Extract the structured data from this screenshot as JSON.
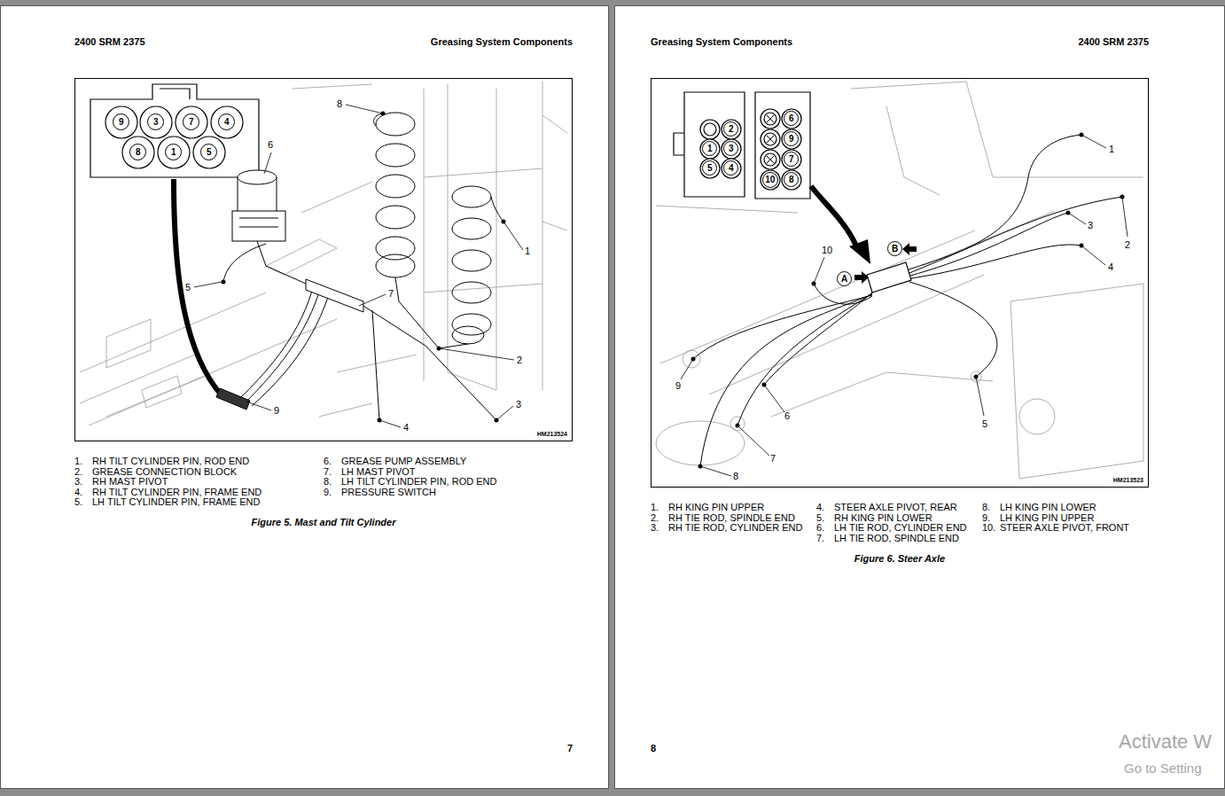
{
  "diagram": {
    "nodes": [
      {
        "text": [
          "HM213524"
        ]
      },
      {
        "text": [
          "9"
        ],
        "in": 0
      },
      {
        "text": [
          "3"
        ],
        "in": 0
      },
      {
        "text": [
          "7"
        ],
        "in": 0
      },
      {
        "text": [
          "4"
        ],
        "in": 0
      },
      {
        "text": [
          "8"
        ],
        "in": 0
      },
      {
        "text": [
          "1"
        ],
        "in": 0
      },
      {
        "text": [
          "5"
        ],
        "in": 0
      },
      {
        "text": [
          "HM213523"
        ]
      },
      {
        "text": [
          "2"
        ],
        "in": 8
      },
      {
        "text": [
          "1"
        ],
        "in": 8
      },
      {
        "text": [
          "3"
        ],
        "in": 8
      },
      {
        "text": [
          "5"
        ],
        "in": 8
      },
      {
        "text": [
          "4"
        ],
        "in": 8
      },
      {
        "text": [
          "6"
        ],
        "in": 8
      },
      {
        "text": [
          "9"
        ],
        "in": 8
      },
      {
        "text": [
          "7"
        ],
        "in": 8
      },
      {
        "text": [
          "10"
        ],
        "in": 8
      },
      {
        "text": [
          "8"
        ],
        "in": 8
      },
      {
        "text": [
          "A"
        ],
        "in": 8
      },
      {
        "text": [
          "B"
        ],
        "in": 8
      }
    ],
    "labels": [
      "2400 SRM 2375",
      "Greasing System Components",
      "Greasing System Components",
      "2400 SRM 2375",
      "8",
      "6",
      "1",
      "7",
      "5",
      "2",
      "3",
      "9",
      "4",
      "1.",
      "RH TILT CYLINDER PIN, ROD END",
      "2.",
      "GREASE CONNECTION BLOCK",
      "3.",
      "RH MAST PIVOT",
      "4.",
      "RH TILT CYLINDER PIN, FRAME END",
      "5.",
      "LH TILT CYLINDER PIN, FRAME END",
      "6.",
      "GREASE PUMP ASSEMBLY",
      "7.",
      "LH MAST PIVOT",
      "8.",
      "LH TILT CYLINDER PIN, ROD END",
      "9.",
      "PRESSURE SWITCH",
      "Figure 5. Mast and Tilt Cylinder",
      "7",
      "1",
      "2",
      "3",
      "4",
      "5",
      "6",
      "7",
      "8",
      "9",
      "10",
      "1.",
      "RH KING PIN UPPER",
      "2.",
      "RH TIE ROD, SPINDLE END",
      "3.",
      "RH TIE ROD, CYLINDER END",
      "4.",
      "STEER AXLE PIVOT, REAR",
      "5.",
      "RH KING PIN LOWER",
      "6.",
      "LH TIE ROD, CYLINDER END",
      "7.",
      "LH TIE ROD, SPINDLE END",
      "8.",
      "LH KING PIN LOWER",
      "9.",
      "LH KING PIN UPPER",
      "10.",
      "STEER AXLE PIVOT, FRONT",
      "Figure 6. Steer Axle",
      "8",
      "Activate W",
      "Go to Setting"
    ]
  }
}
